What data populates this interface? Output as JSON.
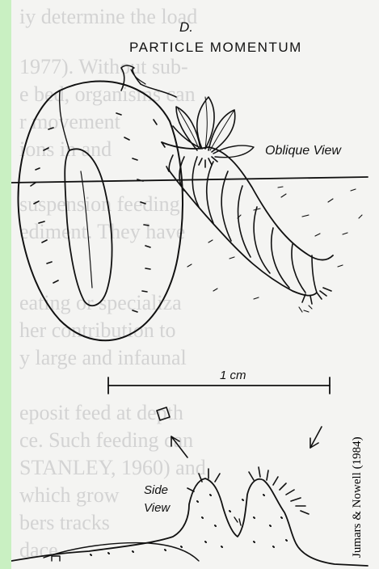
{
  "figure": {
    "panel_letter": "D.",
    "title": "PARTICLE MOMENTUM",
    "oblique_view_label": "Oblique View",
    "scale_label": "1 cm",
    "side_view_label": "Side View",
    "credit": "Jumars & Nowell (1984)"
  },
  "colors": {
    "frame": "#c9f0c2",
    "paper": "#f4f4f2",
    "ink": "#111111"
  }
}
